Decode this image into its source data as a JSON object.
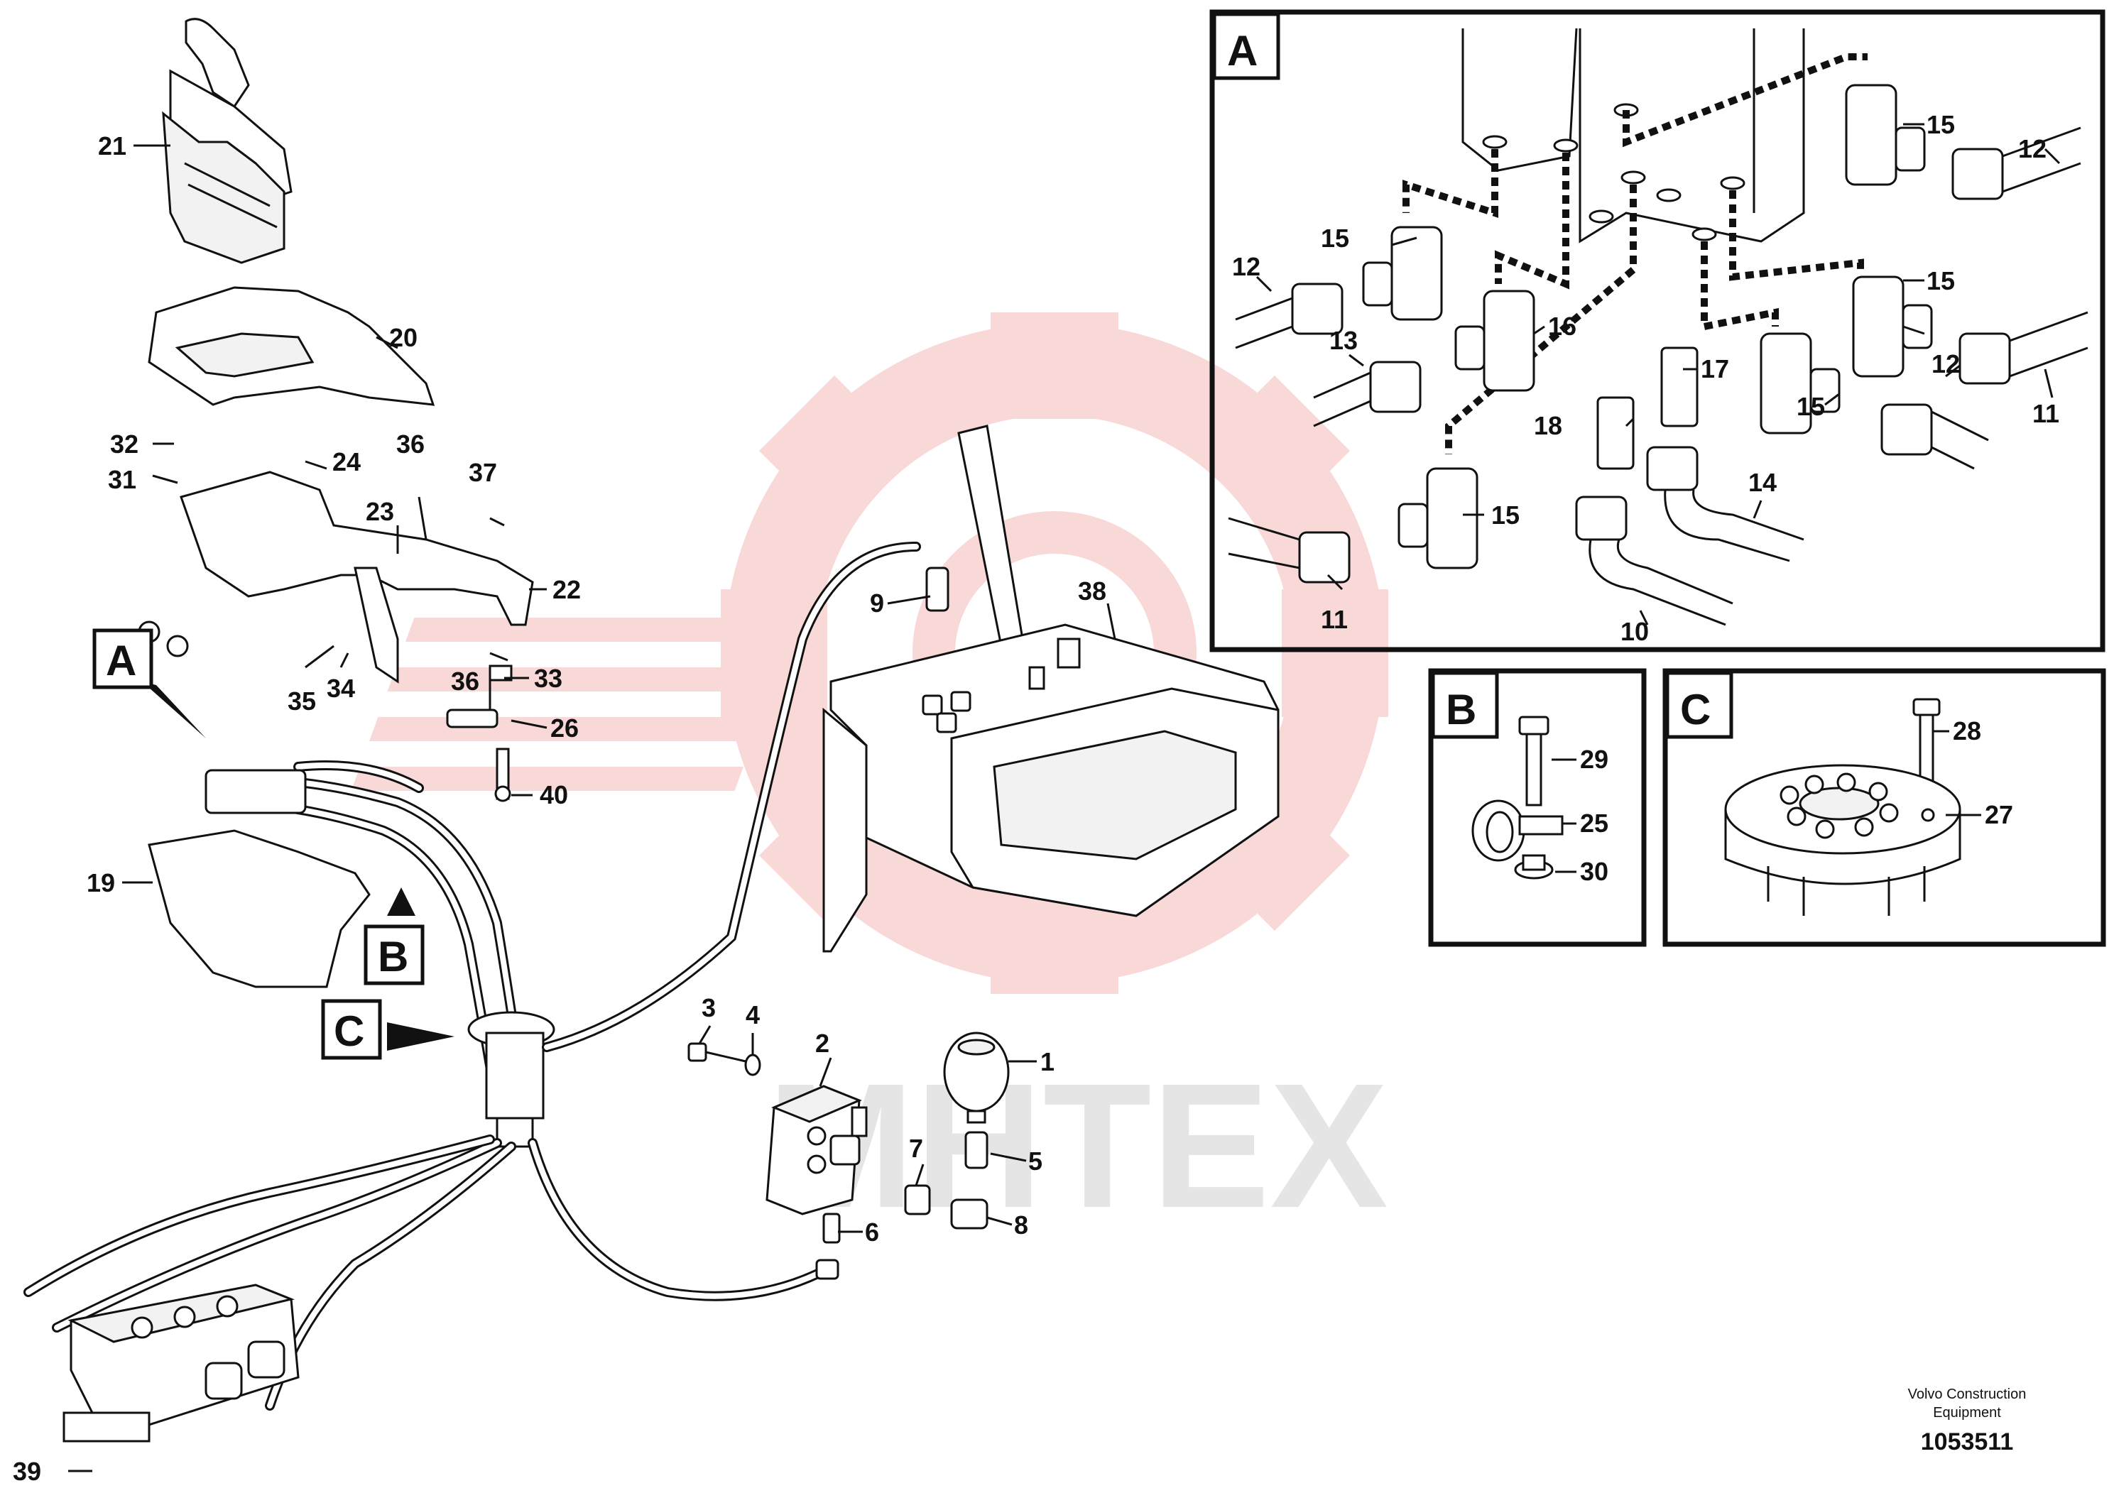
{
  "diagram": {
    "callouts": [
      "1",
      "2",
      "3",
      "4",
      "5",
      "6",
      "7",
      "8",
      "9",
      "10",
      "11",
      "12",
      "13",
      "14",
      "15",
      "16",
      "17",
      "18",
      "19",
      "20",
      "21",
      "22",
      "23",
      "24",
      "25",
      "26",
      "27",
      "28",
      "29",
      "30",
      "31",
      "32",
      "33",
      "34",
      "35",
      "36",
      "37",
      "38",
      "39",
      "40"
    ],
    "detail_letters": [
      "A",
      "B",
      "C"
    ],
    "watermark_text": "MHTEX",
    "colors": {
      "watermark": "#f4b8b8",
      "ink": "#111111",
      "background": "#ffffff"
    }
  },
  "footer": {
    "brand_line1": "Volvo Construction",
    "brand_line2": "Equipment",
    "drawing_number": "1053511"
  }
}
